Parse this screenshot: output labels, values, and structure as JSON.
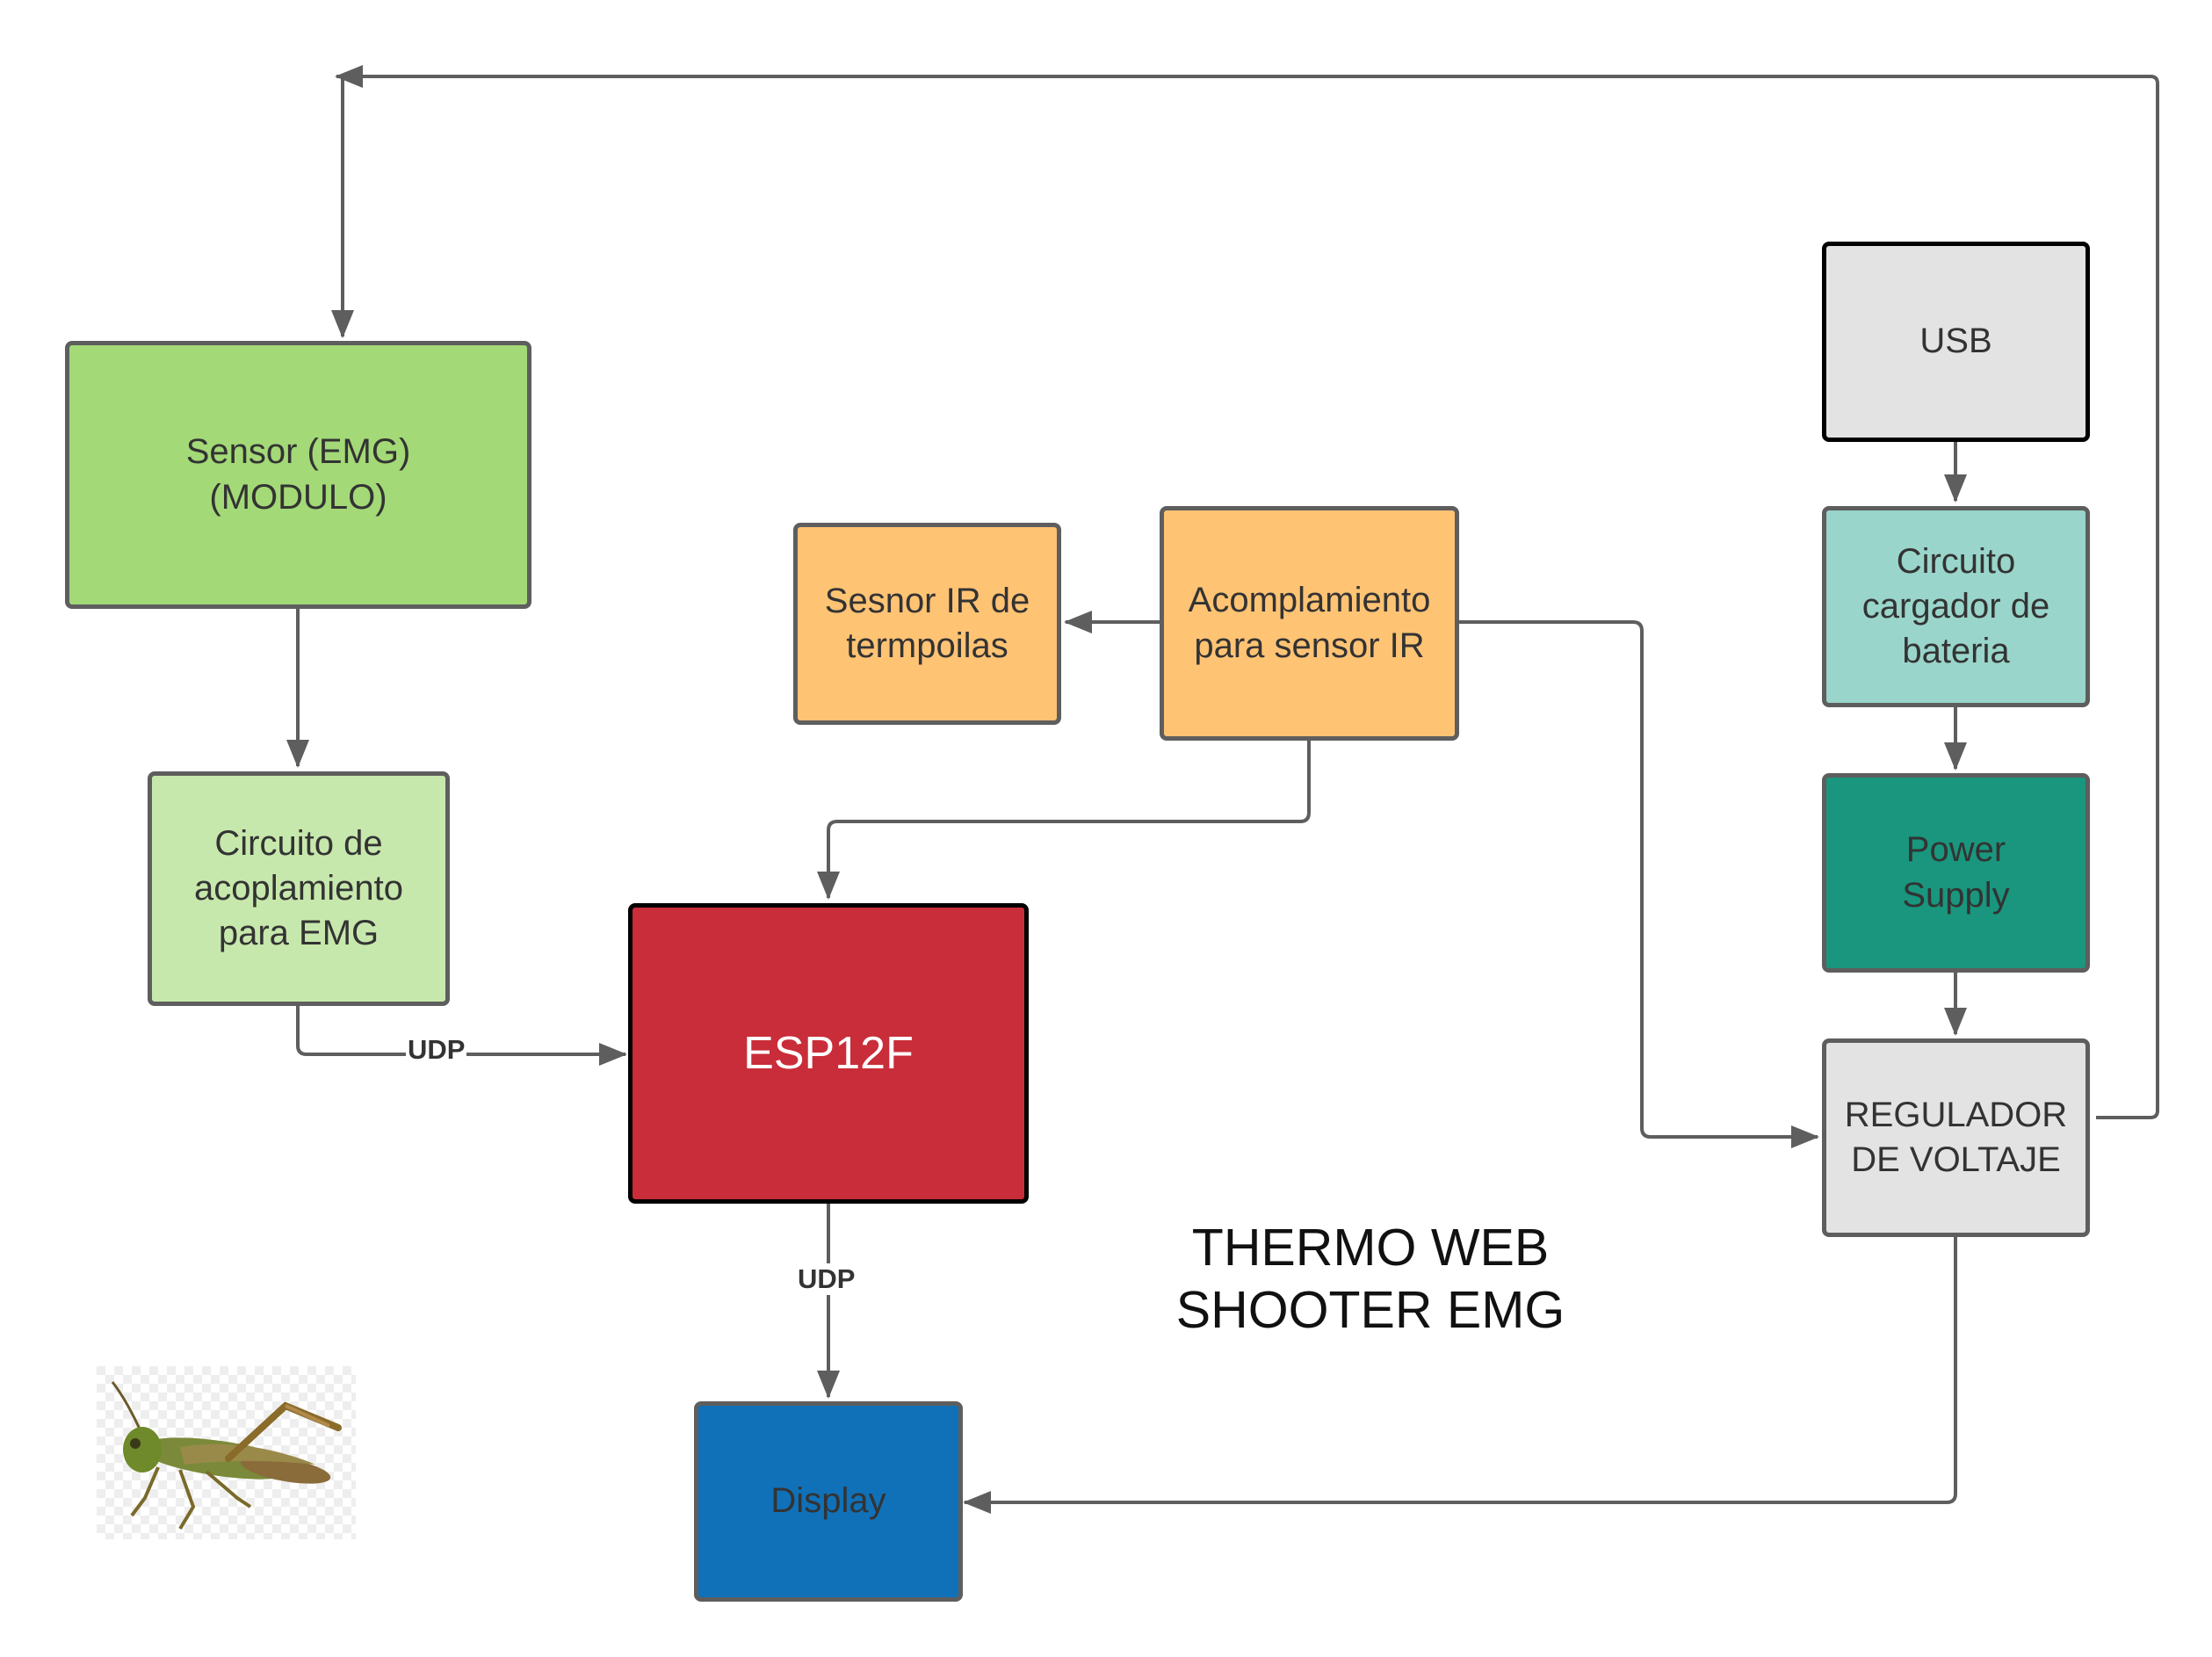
{
  "title": "THERMO WEB\nSHOOTER EMG",
  "nodes": {
    "sensor_emg": {
      "label": "Sensor (EMG)\n(MODULO)",
      "fill": "#a3d977"
    },
    "acoplamiento_emg": {
      "label": "Circuito de\nacoplamiento\npara EMG",
      "fill": "#c7e8ac"
    },
    "sensor_ir": {
      "label": "Sesnor IR de\ntermpoilas",
      "fill": "#ffc374"
    },
    "acoplamiento_ir": {
      "label": "Acomplamiento\npara sensor IR",
      "fill": "#ffc374"
    },
    "esp12f": {
      "label": "ESP12F",
      "fill": "#c92d39"
    },
    "display": {
      "label": "Display",
      "fill": "#1071b8"
    },
    "usb": {
      "label": "USB",
      "fill": "#e3e3e3"
    },
    "cargador": {
      "label": "Circuito\ncargador de\nbateria",
      "fill": "#99d5ca"
    },
    "power_supply": {
      "label": "Power\nSupply",
      "fill": "#19967d"
    },
    "regulador": {
      "label": "REGULADOR\nDE VOLTAJE",
      "fill": "#e3e3e3"
    }
  },
  "edge_labels": {
    "emg_to_esp": "UDP",
    "esp_to_display": "UDP"
  },
  "image": {
    "icon": "grasshopper-icon"
  }
}
